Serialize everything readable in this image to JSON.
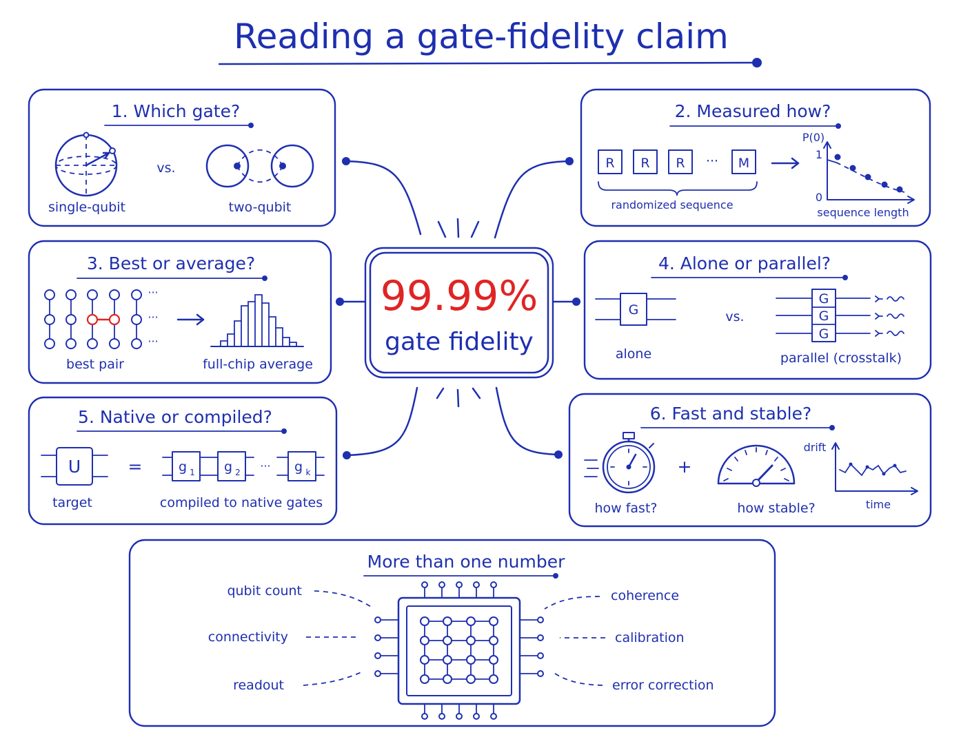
{
  "title": "Reading a gate-fidelity claim",
  "center": {
    "value": "99.99%",
    "label": "gate fidelity"
  },
  "panels": {
    "p1": {
      "heading": "1. Which gate?",
      "left": "single-qubit",
      "vs": "vs.",
      "right": "two-qubit"
    },
    "p2": {
      "heading": "2. Measured how?",
      "gate": "R",
      "ellipsis": "···",
      "measure": "M",
      "brace_label": "randomized sequence",
      "y_axis": "P(0)",
      "y_top": "1",
      "y_zero": "0",
      "x_axis": "sequence length"
    },
    "p3": {
      "heading": "3. Best or average?",
      "left": "best pair",
      "right": "full-chip average",
      "ellipsis": "···"
    },
    "p4": {
      "heading": "4. Alone or parallel?",
      "gate": "G",
      "left": "alone",
      "vs": "vs.",
      "right": "parallel (crosstalk)"
    },
    "p5": {
      "heading": "5. Native or compiled?",
      "target_gate": "U",
      "equals": "=",
      "g1": "g",
      "g1_sub": "1",
      "g2": "g",
      "g2_sub": "2",
      "gk": "g",
      "gk_sub": "k",
      "ellipsis": "···",
      "left": "target",
      "right": "compiled to native gates"
    },
    "p6": {
      "heading": "6. Fast and stable?",
      "plus": "+",
      "fast": "how fast?",
      "stable": "how stable?",
      "y_axis": "drift",
      "x_axis": "time"
    }
  },
  "bottom": {
    "heading": "More than one number",
    "left_labels": [
      "qubit count",
      "connectivity",
      "readout"
    ],
    "right_labels": [
      "coherence",
      "calibration",
      "error correction"
    ]
  },
  "colors": {
    "ink": "#1e2fb0",
    "accent": "#e02424",
    "background": "#ffffff"
  }
}
